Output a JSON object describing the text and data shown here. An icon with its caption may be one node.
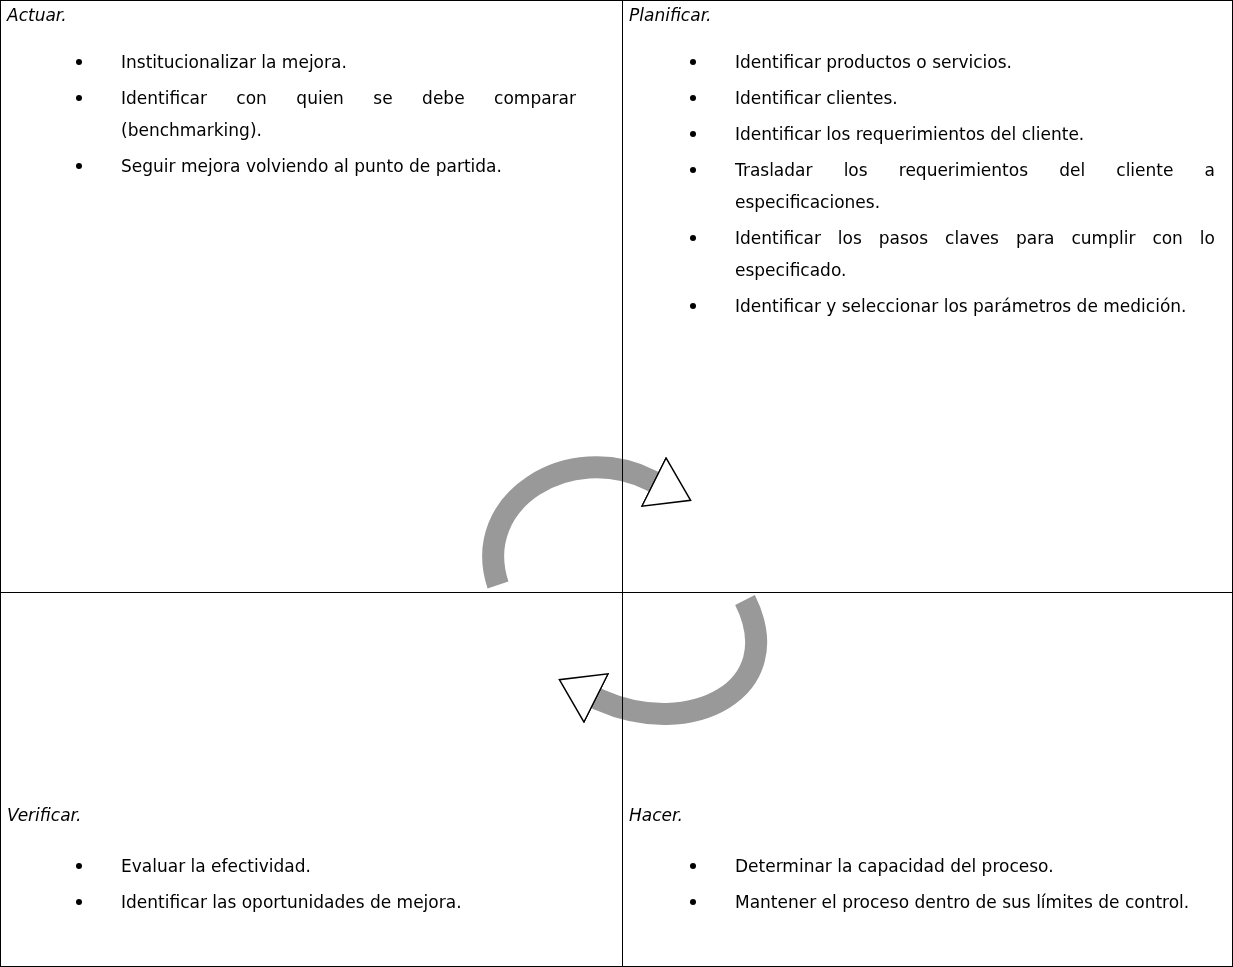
{
  "diagram": {
    "nodes": [
      {
        "text": [
          "Actuar.",
          "Institucionalizar la mejora.",
          "Identificar con quien se debe comparar (benchmarking).",
          "Seguir mejora volviendo al punto de partida."
        ]
      },
      {
        "text": [
          "Planificar.",
          "Identificar productos o servicios.",
          "Identificar clientes.",
          "Identificar los requerimientos del cliente.",
          "Trasladar los requerimientos del cliente a especificaciones.",
          "Identificar los pasos claves para cumplir con lo especificado.",
          "Identificar y seleccionar los parámetros de medición."
        ]
      },
      {
        "text": [
          "Verificar.",
          "Evaluar la efectividad.",
          "Identificar las oportunidades de mejora."
        ]
      },
      {
        "text": [
          "Hacer.",
          "Determinar la capacidad del proceso.",
          "Mantener el proceso dentro de sus límites de control."
        ]
      }
    ],
    "edges": [
      {
        "from": 0,
        "to": 1,
        "arrow": "to"
      },
      {
        "from": 3,
        "to": 2,
        "arrow": "to"
      }
    ]
  }
}
